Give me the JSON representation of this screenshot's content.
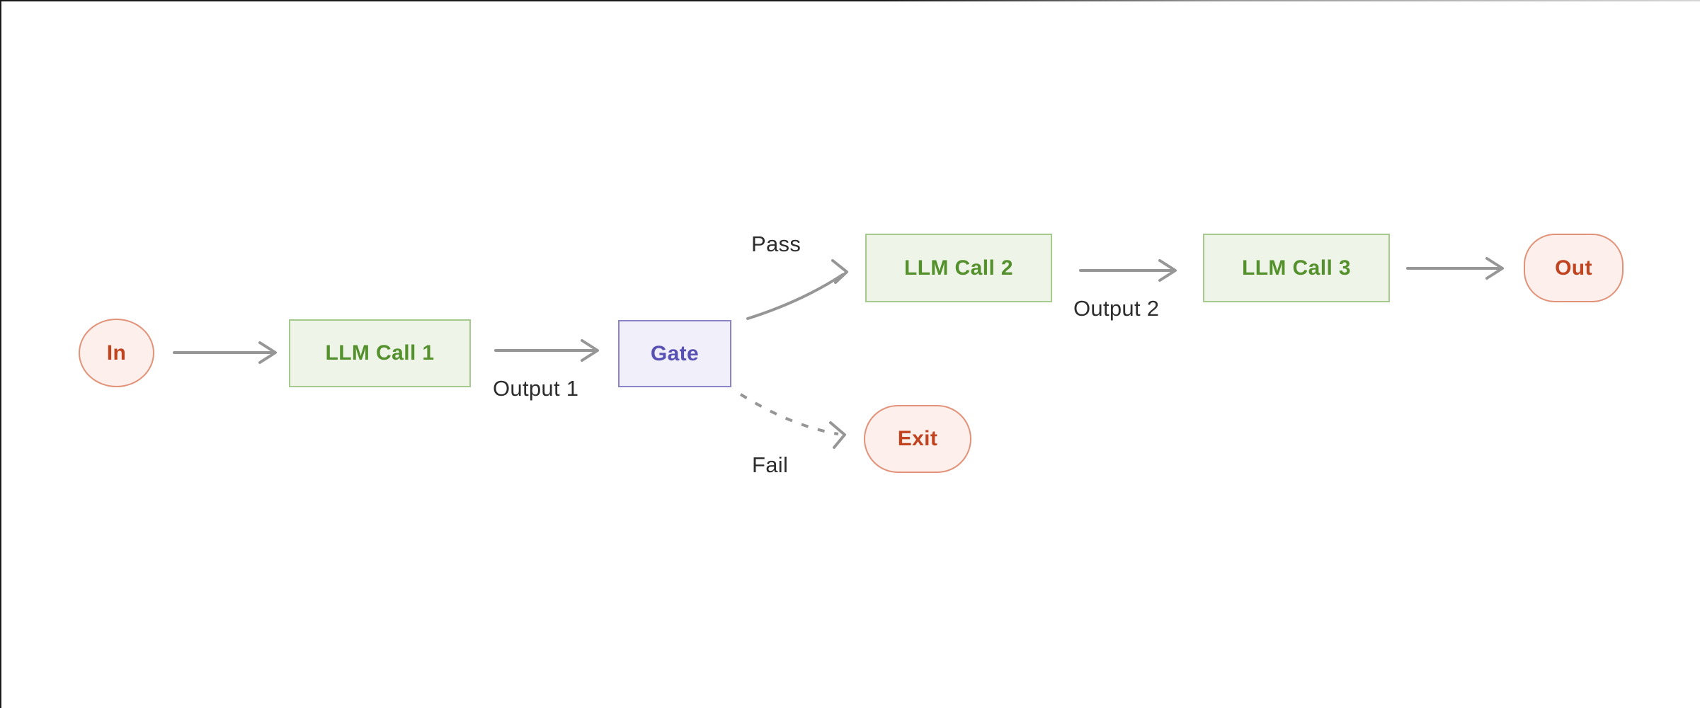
{
  "diagram": {
    "description": "Flowchart: input passes through LLM Call 1 to a Gate; on Pass it continues through LLM Call 2 and LLM Call 3 to Out; on Fail it goes to Exit.",
    "nodes": {
      "in": {
        "label": "In",
        "shape": "circle",
        "role": "terminal"
      },
      "llm_call_1": {
        "label": "LLM Call 1",
        "shape": "rectangle",
        "role": "process"
      },
      "gate": {
        "label": "Gate",
        "shape": "rectangle",
        "role": "decision"
      },
      "llm_call_2": {
        "label": "LLM Call 2",
        "shape": "rectangle",
        "role": "process"
      },
      "llm_call_3": {
        "label": "LLM Call 3",
        "shape": "rectangle",
        "role": "process"
      },
      "out": {
        "label": "Out",
        "shape": "stadium",
        "role": "terminal"
      },
      "exit": {
        "label": "Exit",
        "shape": "stadium",
        "role": "terminal"
      }
    },
    "edge_labels": {
      "output_1": "Output 1",
      "output_2": "Output 2",
      "pass": "Pass",
      "fail": "Fail"
    },
    "edges": [
      {
        "from": "in",
        "to": "llm_call_1",
        "style": "solid",
        "label": ""
      },
      {
        "from": "llm_call_1",
        "to": "gate",
        "style": "solid",
        "label": "Output 1"
      },
      {
        "from": "gate",
        "to": "llm_call_2",
        "style": "solid-curved",
        "label": "Pass"
      },
      {
        "from": "gate",
        "to": "exit",
        "style": "dashed-curved",
        "label": "Fail"
      },
      {
        "from": "llm_call_2",
        "to": "llm_call_3",
        "style": "solid",
        "label": "Output 2"
      },
      {
        "from": "llm_call_3",
        "to": "out",
        "style": "solid",
        "label": ""
      }
    ],
    "colors": {
      "process_fill": "#eef5e8",
      "process_border": "#a6ca8d",
      "process_text": "#54912d",
      "decision_fill": "#f1f0fa",
      "decision_border": "#8c84c8",
      "decision_text": "#5950b4",
      "terminal_fill": "#fdefeb",
      "terminal_border": "#e29278",
      "terminal_text": "#c04420",
      "arrow": "#969696",
      "edge_label_text": "#2d2d2d",
      "background": "#ffffff",
      "frame_line": "#1b1b1b"
    }
  }
}
